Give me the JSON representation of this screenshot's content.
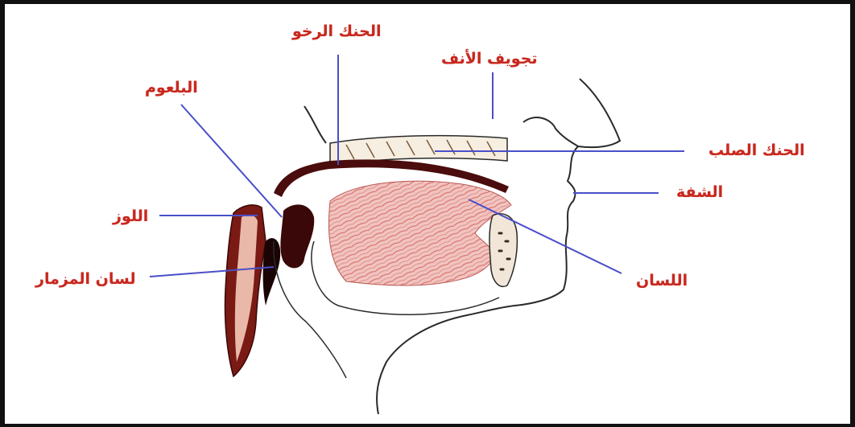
{
  "labels": {
    "soft_palate": "الحنك الرخو",
    "nasal_cavity": "تجويف الأنف",
    "pharynx": "البلعوم",
    "hard_palate": "الحنك الصلب",
    "lip": "الشفة",
    "tonsil": "اللوز",
    "tongue": "اللسان",
    "epiglottis": "لسان المزمار"
  },
  "colors": {
    "label_text": "#c8281e",
    "leader_line": "#4a4fc8",
    "tissue_red": "#e59a9a",
    "dark_red": "#5a0d0d",
    "outline": "#2a2a2a",
    "border": "#111111"
  }
}
